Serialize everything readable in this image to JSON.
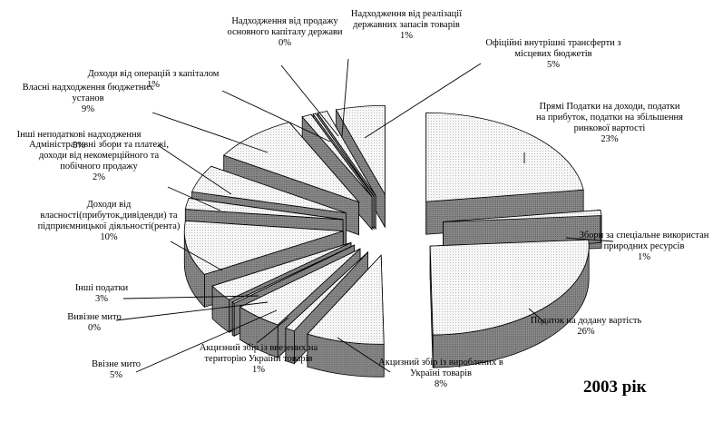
{
  "chart_data": {
    "type": "pie",
    "title": "2003 рік",
    "style": "exploded-3d",
    "slices": [
      {
        "label": [
          "Прямі Податки на доходи, податки",
          "на прибуток, податки на збільшення",
          "ринкової вартості"
        ],
        "pct_label": "23%",
        "value": 23
      },
      {
        "label": [
          "Збори за спеціальне використан",
          "природних ресурсів"
        ],
        "pct_label": "1%",
        "value": 1
      },
      {
        "label": [
          "Податок на додану вартість"
        ],
        "pct_label": "26%",
        "value": 26
      },
      {
        "label": [
          "Акцизний збір із вироблених в",
          "Україні товарів"
        ],
        "pct_label": "8%",
        "value": 8
      },
      {
        "label": [
          "Акцизний збір із ввезених на",
          "територію України товарів"
        ],
        "pct_label": "1%",
        "value": 1
      },
      {
        "label": [
          "Ввізне мито"
        ],
        "pct_label": "5%",
        "value": 5
      },
      {
        "label": [
          "Вивізне мито"
        ],
        "pct_label": "0%",
        "value": 0
      },
      {
        "label": [
          "Інші податки"
        ],
        "pct_label": "3%",
        "value": 3
      },
      {
        "label": [
          "Доходи від",
          "власності(прибуток,дивіденди) та",
          "підприємницької діяльності(рента)"
        ],
        "pct_label": "10%",
        "value": 10
      },
      {
        "label": [
          "Адміністративні збори та платежі,",
          "доходи від некомерційного та",
          "побічного продажу"
        ],
        "pct_label": "2%",
        "value": 2
      },
      {
        "label": [
          "Інші неподаткові надходження"
        ],
        "pct_label": "5%",
        "value": 5
      },
      {
        "label": [
          "Власні надходження бюджетних",
          "установ"
        ],
        "pct_label": "9%",
        "value": 9
      },
      {
        "label": [
          "Доходи від операцій з капіталом"
        ],
        "pct_label": "1%",
        "value": 1
      },
      {
        "label": [
          "Надходження від продажу",
          "основного капіталу держави"
        ],
        "pct_label": "0%",
        "value": 0
      },
      {
        "label": [
          "Надходження від реалізації",
          "державних запасів товарів"
        ],
        "pct_label": "1%",
        "value": 1
      },
      {
        "label": [
          "Офіційні внутрішні трансферти з",
          "місцевих бюджетів"
        ],
        "pct_label": "5%",
        "value": 5
      }
    ],
    "colors": {
      "top_fill": "#f4f4f4",
      "side_fill": "#7f7f7f",
      "outline": "#000000"
    }
  }
}
